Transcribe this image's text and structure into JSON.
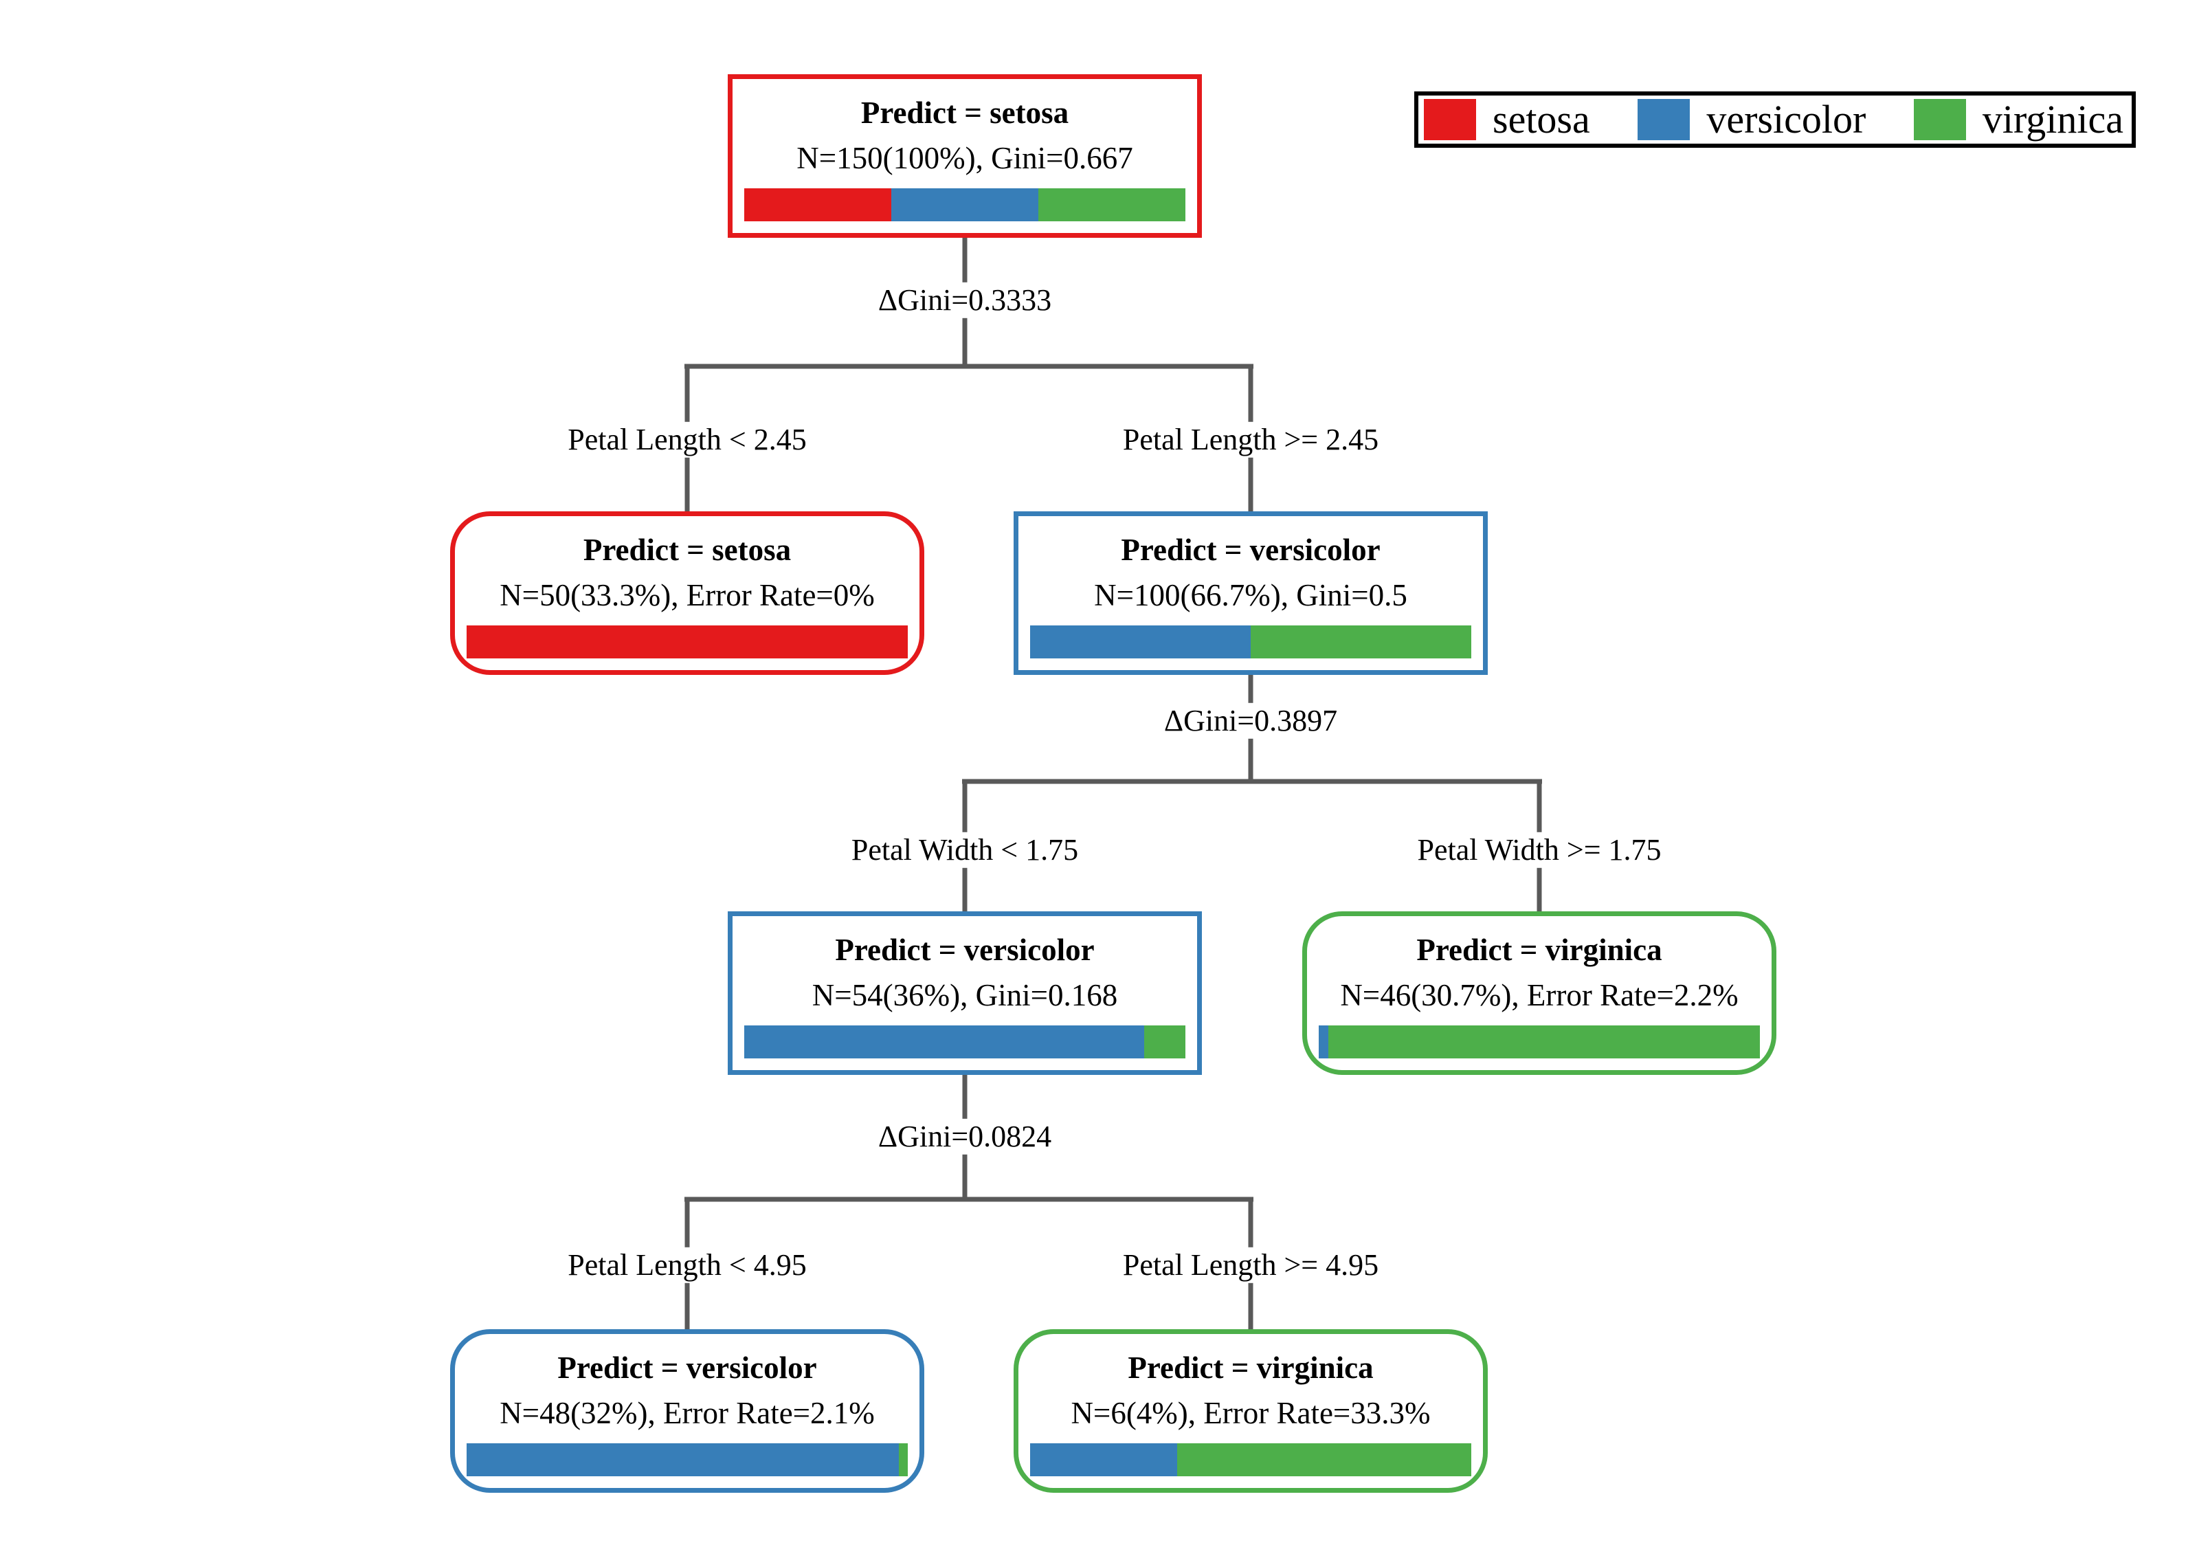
{
  "colors": {
    "setosa": "#e41a1c",
    "versicolor": "#377eb8",
    "virginica": "#4daf4a",
    "line": "#595959",
    "legend_border": "#000000",
    "text": "#000000"
  },
  "legend": {
    "items": [
      {
        "cls": "setosa",
        "label": "setosa"
      },
      {
        "cls": "versicolor",
        "label": "versicolor"
      },
      {
        "cls": "virginica",
        "label": "virginica"
      }
    ]
  },
  "nodes": [
    {
      "id": "root",
      "predict": "setosa",
      "leaf": false,
      "title": "Predict = setosa",
      "stats": "N=150(100%), Gini=0.667",
      "bar": [
        {
          "cls": "setosa",
          "pct": 33.33
        },
        {
          "cls": "versicolor",
          "pct": 33.33
        },
        {
          "cls": "virginica",
          "pct": 33.34
        }
      ]
    },
    {
      "id": "setosa-leaf",
      "predict": "setosa",
      "leaf": true,
      "title": "Predict = setosa",
      "stats": "N=50(33.3%), Error Rate=0%",
      "bar": [
        {
          "cls": "setosa",
          "pct": 100
        }
      ]
    },
    {
      "id": "versicolor-split-1",
      "predict": "versicolor",
      "leaf": false,
      "title": "Predict = versicolor",
      "stats": "N=100(66.7%), Gini=0.5",
      "bar": [
        {
          "cls": "versicolor",
          "pct": 50
        },
        {
          "cls": "virginica",
          "pct": 50
        }
      ]
    },
    {
      "id": "versicolor-split-2",
      "predict": "versicolor",
      "leaf": false,
      "title": "Predict = versicolor",
      "stats": "N=54(36%), Gini=0.168",
      "bar": [
        {
          "cls": "versicolor",
          "pct": 90.7
        },
        {
          "cls": "virginica",
          "pct": 9.3
        }
      ]
    },
    {
      "id": "virginica-leaf-1",
      "predict": "virginica",
      "leaf": true,
      "title": "Predict = virginica",
      "stats": "N=46(30.7%), Error Rate=2.2%",
      "bar": [
        {
          "cls": "versicolor",
          "pct": 2.2
        },
        {
          "cls": "virginica",
          "pct": 97.8
        }
      ]
    },
    {
      "id": "versicolor-leaf",
      "predict": "versicolor",
      "leaf": true,
      "title": "Predict = versicolor",
      "stats": "N=48(32%), Error Rate=2.1%",
      "bar": [
        {
          "cls": "versicolor",
          "pct": 97.9
        },
        {
          "cls": "virginica",
          "pct": 2.1
        }
      ]
    },
    {
      "id": "virginica-leaf-2",
      "predict": "virginica",
      "leaf": true,
      "title": "Predict = virginica",
      "stats": "N=6(4%), Error Rate=33.3%",
      "bar": [
        {
          "cls": "versicolor",
          "pct": 33.3
        },
        {
          "cls": "virginica",
          "pct": 66.7
        }
      ]
    }
  ],
  "splits": [
    {
      "gain": "ΔGini=0.3333",
      "left": "Petal Length < 2.45",
      "right": "Petal Length >= 2.45"
    },
    {
      "gain": "ΔGini=0.3897",
      "left": "Petal Width < 1.75",
      "right": "Petal Width >= 1.75"
    },
    {
      "gain": "ΔGini=0.0824",
      "left": "Petal Length < 4.95",
      "right": "Petal Length >= 4.95"
    }
  ]
}
